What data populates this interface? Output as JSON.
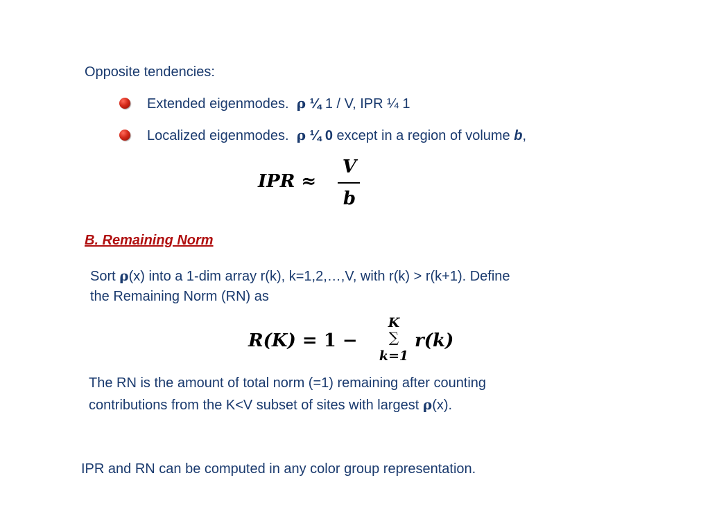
{
  "intro": "Opposite tendencies:",
  "bullets": [
    {
      "lead": "Extended eigenmodes.",
      "rho": "ρ",
      "approx": "¼",
      "rest": "1 / V,   IPR ¼ 1"
    },
    {
      "lead": "Localized eigenmodes.",
      "rho": "ρ",
      "approx": "¼",
      "zero": "0",
      "rest": "except in a region of volume",
      "var": "b",
      "tail": ","
    }
  ],
  "ipr_formula": {
    "lhs": "IPR",
    "op": "≈",
    "num": "V",
    "den": "b"
  },
  "section_heading": "B.  Remaining Norm",
  "rn_definition": {
    "line1_pre": "Sort",
    "rho": "ρ",
    "paren": "(x)",
    "line1_post": "into a 1-dim array r(k), k=1,2,…,V, with r(k) > r(k+1).  Define",
    "line2": "the Remaining Norm (RN) as"
  },
  "rn_formula": {
    "lhs": "R(K)",
    "eq": "= 1 −",
    "sum_top": "K",
    "sum_sym": "∑",
    "sum_bottom": "k=1",
    "term": "r(k)"
  },
  "rn_explanation": {
    "line1": "The RN is the amount of total norm (=1) remaining after counting",
    "line2_pre": "contributions from the K<V subset of sites with largest",
    "rho": "ρ",
    "line2_post": "(x)."
  },
  "conclusion": "IPR and RN can be computed in any color group representation."
}
